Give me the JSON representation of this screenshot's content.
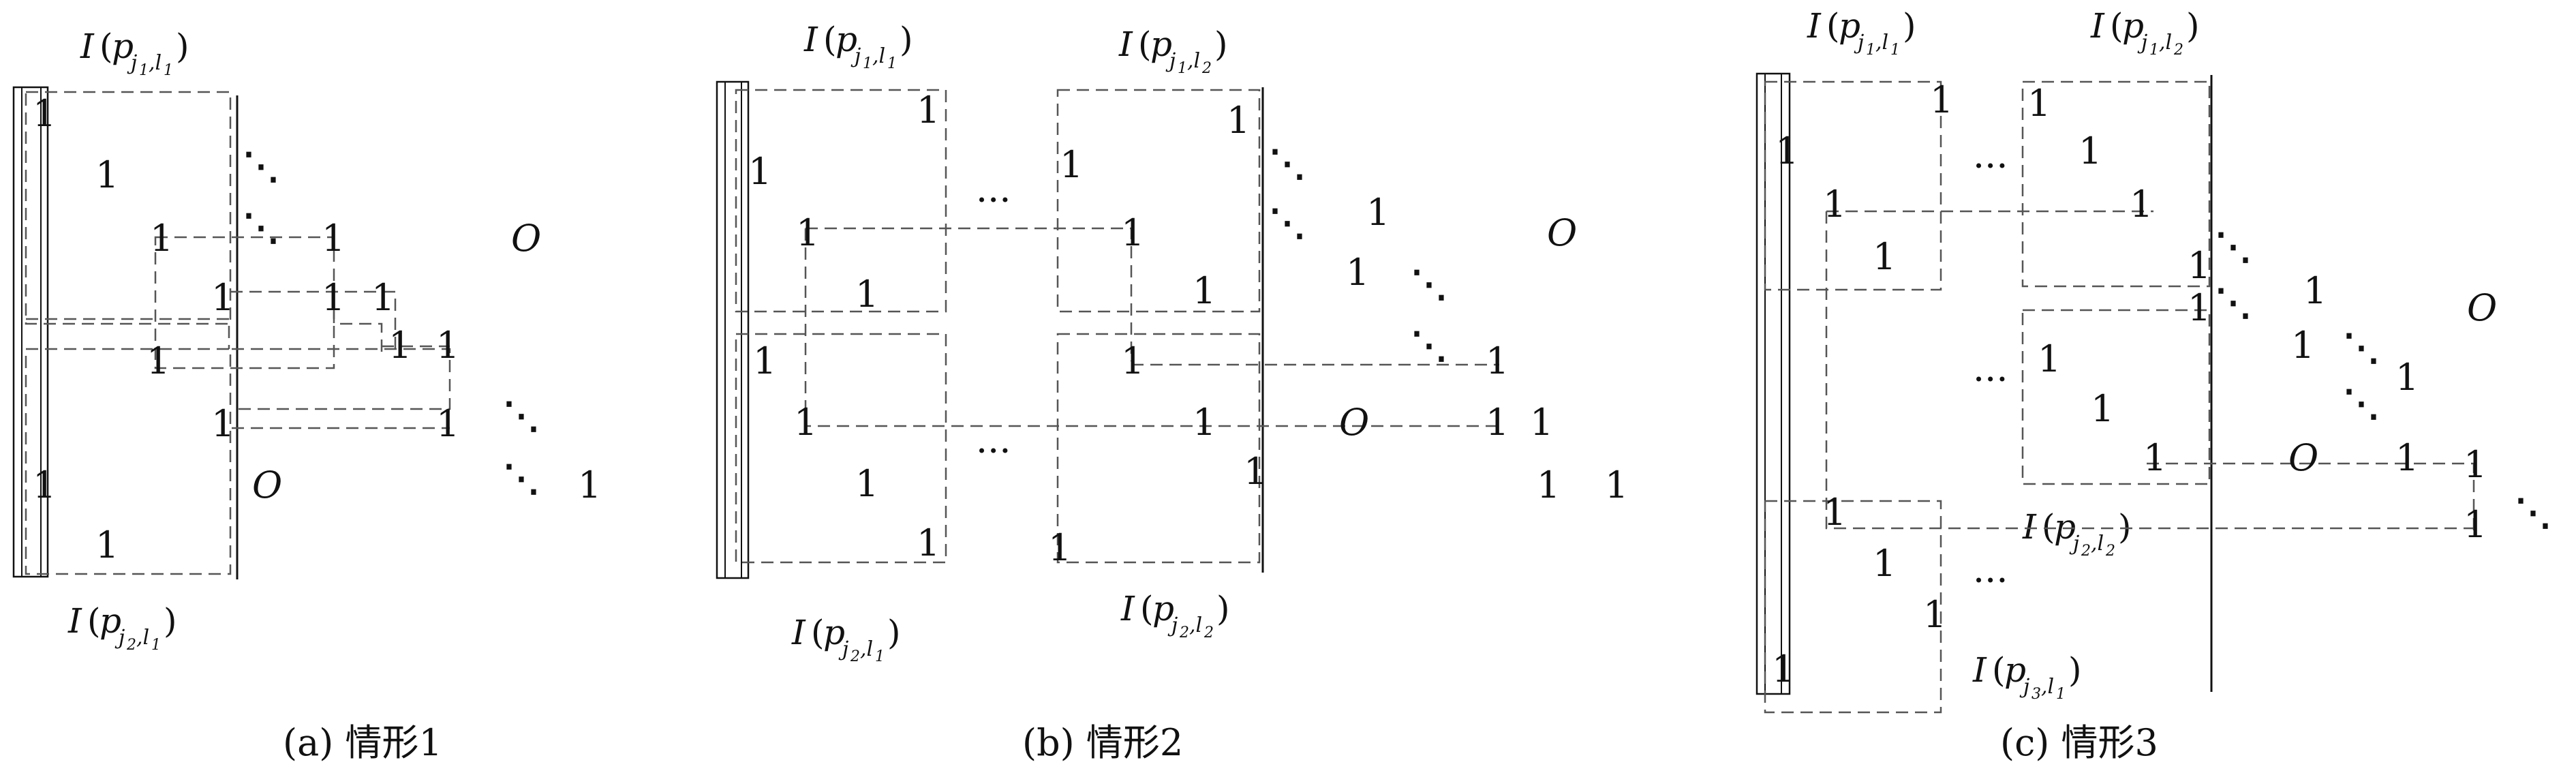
{
  "captions": {
    "a": "(a) 情形1",
    "b": "(b) 情形2",
    "c": "(c) 情形3"
  },
  "entries": {
    "one": "1",
    "zero_block": "O",
    "hdots": "···",
    "vdots_diag": "⋱"
  },
  "index_labels": {
    "I": "I",
    "p": "p",
    "j1": "j",
    "j1_sub": "1",
    "j2_sub": "2",
    "j3_sub": "3",
    "l": "l",
    "l1_sub": "1",
    "l2_sub": "2"
  },
  "colors": {
    "ink": "#111111",
    "dash": "#555555"
  }
}
